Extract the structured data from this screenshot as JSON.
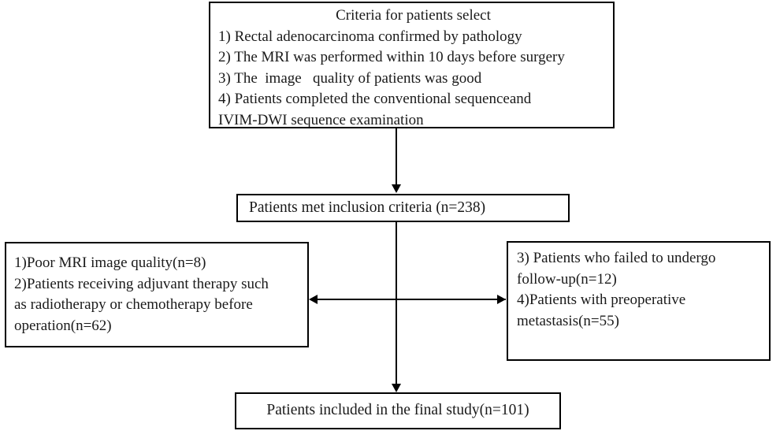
{
  "chart_data": {
    "type": "diagram",
    "title": "Patient selection flowchart",
    "nodes": [
      {
        "id": "criteria",
        "lines": [
          "Criteria for patients select",
          "1) Rectal adenocarcinoma confirmed by pathology",
          "2) The MRI was performed within 10 days before surgery",
          "3) The  image   quality of patients was good",
          "4) Patients completed the conventional sequenceand",
          "IVIM-DWI sequence examination"
        ]
      },
      {
        "id": "inclusion",
        "lines": [
          "Patients met inclusion criteria (n=238)"
        ],
        "n": 238
      },
      {
        "id": "exclusion-left",
        "lines": [
          "1)Poor MRI image quality(n=8)",
          "2)Patients receiving adjuvant therapy such",
          "as radiotherapy or chemotherapy before",
          "operation(n=62)"
        ],
        "n_values": [
          8,
          62
        ]
      },
      {
        "id": "exclusion-right",
        "lines": [
          "3) Patients who failed to undergo",
          "follow-up(n=12)",
          "4)Patients with preoperative",
          "metastasis(n=55)"
        ],
        "n_values": [
          12,
          55
        ]
      },
      {
        "id": "final",
        "lines": [
          "Patients included in the final study(n=101)"
        ],
        "n": 101
      }
    ],
    "edges": [
      {
        "from": "criteria",
        "to": "inclusion",
        "style": "arrow-down"
      },
      {
        "from": "inclusion",
        "to": "final",
        "style": "arrow-down"
      },
      {
        "from": "exclusion-left",
        "to": "exclusion-right",
        "style": "double-arrow-horizontal"
      }
    ]
  },
  "diagram": {
    "criteria": {
      "title": "Criteria for patients select",
      "item1": "1) Rectal adenocarcinoma confirmed by pathology",
      "item2": "2) The MRI was performed within 10 days before surgery",
      "item3": "3) The  image   quality of patients was good",
      "item4": "4) Patients completed the conventional sequenceand",
      "item5": "IVIM-DWI sequence examination"
    },
    "inclusion": {
      "label": "Patients met inclusion criteria (n=238)"
    },
    "exclusion_left": {
      "line1": "1)Poor MRI image quality(n=8)",
      "line2": "2)Patients receiving adjuvant therapy such",
      "line3": "as radiotherapy or chemotherapy before",
      "line4": "operation(n=62)"
    },
    "exclusion_right": {
      "line1": "3) Patients who failed to undergo",
      "line2": "follow-up(n=12)",
      "line3": "4)Patients with preoperative",
      "line4": "metastasis(n=55)"
    },
    "final": {
      "label": "Patients included in the final study(n=101)"
    },
    "colors": {
      "border": "#000000",
      "background": "#ffffff",
      "text": "#1a1a1a"
    }
  }
}
